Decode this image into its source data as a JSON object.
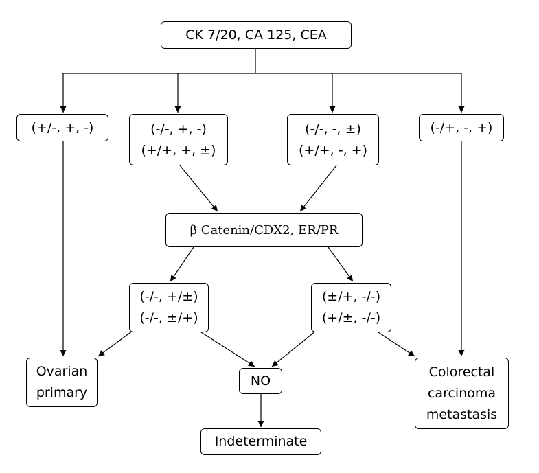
{
  "diagram": {
    "root": "CK 7/20, CA 125, CEA",
    "branch1": "(+/-, +, -)",
    "branch2": [
      "(-/-, +, -)",
      "(+/+, +, ±)"
    ],
    "branch3": [
      "(-/-, -, ±)",
      "(+/+, -, +)"
    ],
    "branch4": "(-/+, -, +)",
    "second_panel": "β Catenin/CDX2, ER/PR",
    "sub_left": [
      "(-/-, +/±)",
      "(-/-, ±/+)"
    ],
    "sub_right": [
      "(±/+, -/-)",
      "(+/±, -/-)"
    ],
    "ovarian": [
      "Ovarian",
      "primary"
    ],
    "no": "NO",
    "indeterminate": "Indeterminate",
    "colorectal": [
      "Colorectal",
      "carcinoma",
      "metastasis"
    ]
  }
}
